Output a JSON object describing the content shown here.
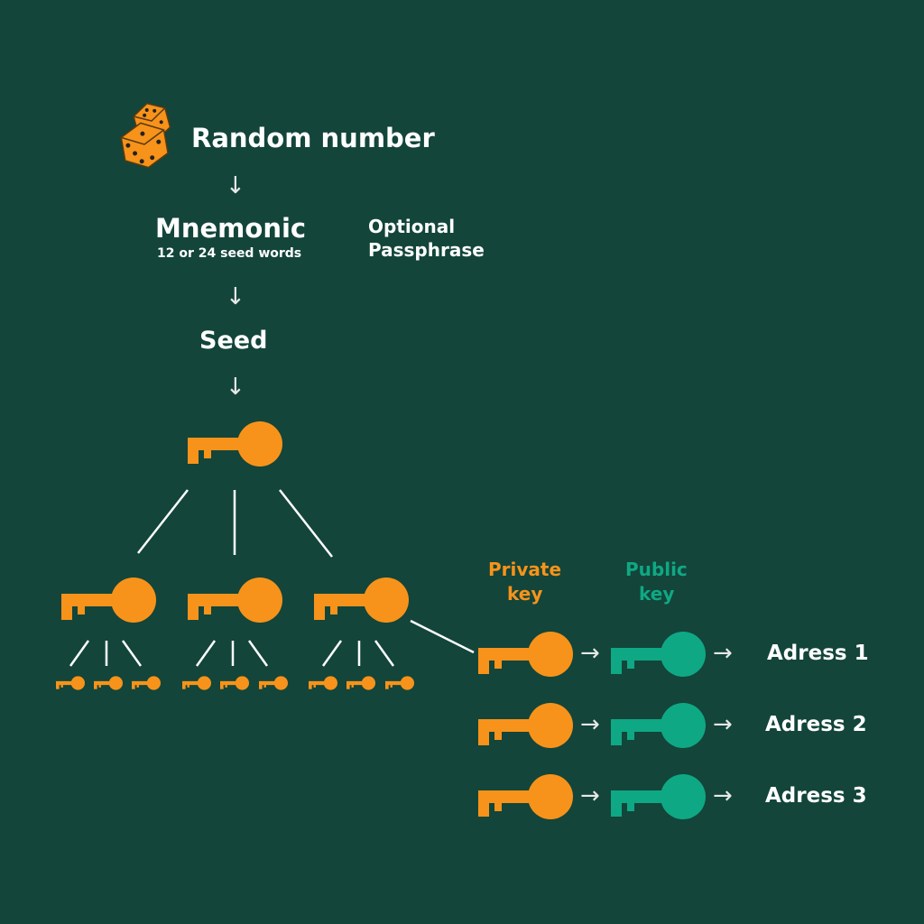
{
  "colors": {
    "background": "#13453a",
    "private": "#f7931a",
    "public": "#0fa884",
    "line": "#ffffff"
  },
  "random_number": "Random number",
  "mnemonic": {
    "title": "Mnemonic",
    "subtitle": "12 or 24 seed words"
  },
  "passphrase": {
    "line1": "Optional",
    "line2": "Passphrase"
  },
  "seed": "Seed",
  "private_key": {
    "line1": "Private",
    "line2": "key"
  },
  "public_key": {
    "line1": "Public",
    "line2": "key"
  },
  "addresses": [
    "Adress 1",
    "Adress 2",
    "Adress 3"
  ],
  "arrow_down": "↓",
  "arrow_right": "→"
}
